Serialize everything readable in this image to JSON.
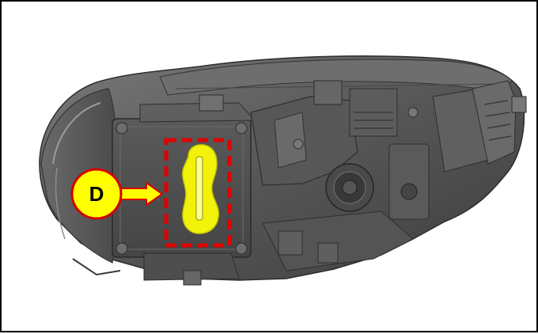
{
  "figure": {
    "callout_label": "D",
    "colors": {
      "highlight_fill": "#f2f20a",
      "callout_fill": "#ffff00",
      "callout_border": "#d40000",
      "dashed_box": "#e00000",
      "arrow_fill": "#ffff00",
      "arrow_stroke": "#d40000",
      "housing": "#5c5c5c",
      "housing_dark": "#3a3a3a",
      "housing_light": "#8a8a8a"
    },
    "icons": [
      "headlamp-housing-drawing",
      "callout-arrow-icon",
      "dashed-highlight-box"
    ]
  }
}
